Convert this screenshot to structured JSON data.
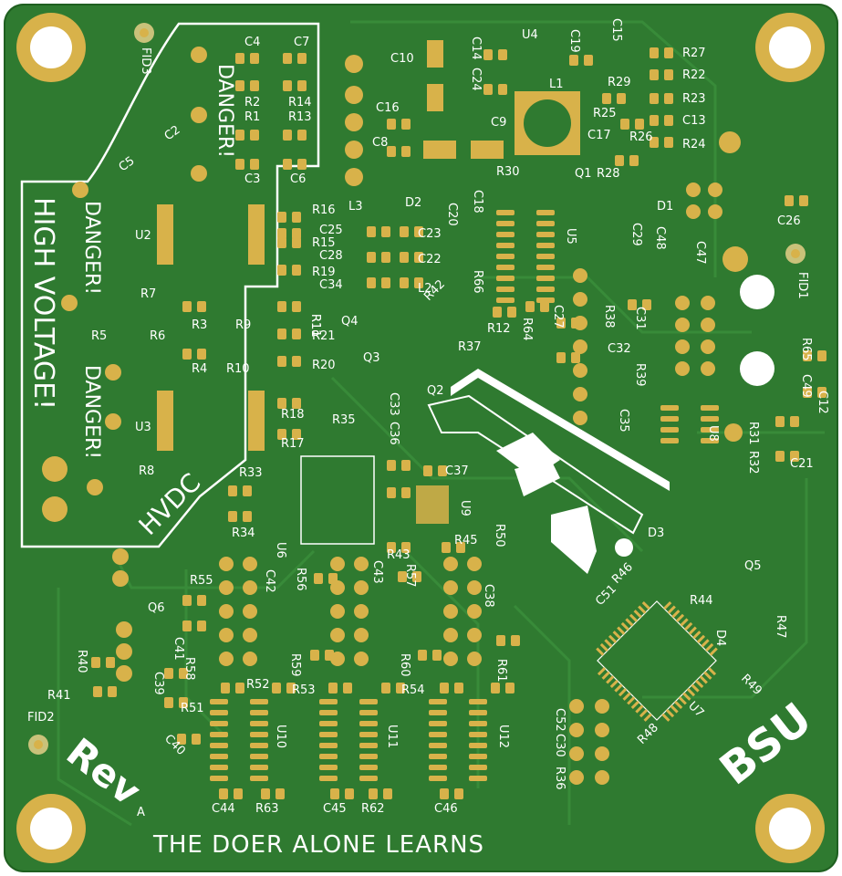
{
  "board": {
    "colors": {
      "board": "#2f7a30",
      "copper": "#d8b24a",
      "silk": "#ffffff",
      "trace": "#3a8d3b"
    },
    "warnings": {
      "high_voltage": "HIGH VOLTAGE!",
      "danger": "DANGER!",
      "hvdc": "HVDC"
    },
    "branding": {
      "rev": "Rev",
      "rev_sub": "A",
      "bsu": "BSU",
      "motto": "THE DOER ALONE LEARNS"
    },
    "fiducials": [
      "FID1",
      "FID2",
      "FID3"
    ],
    "labels": [
      "C4",
      "C7",
      "R2",
      "R14",
      "R1",
      "R13",
      "C3",
      "C6",
      "C2",
      "C5",
      "U2",
      "R7",
      "R5",
      "R6",
      "U3",
      "R8",
      "R3",
      "R9",
      "R4",
      "R10",
      "R16",
      "R15",
      "R19",
      "R11",
      "R21",
      "R20",
      "R18",
      "R17",
      "R33",
      "R34",
      "C25",
      "C28",
      "C34",
      "C23",
      "C22",
      "L2",
      "L3",
      "C20",
      "C18",
      "R66",
      "R12",
      "R64",
      "U5",
      "C27",
      "R11",
      "C10",
      "C14",
      "C24",
      "C16",
      "C8",
      "C9",
      "U4",
      "C19",
      "L1",
      "C15",
      "R29",
      "R27",
      "R22",
      "R23",
      "C13",
      "R24",
      "R25",
      "C17",
      "R26",
      "R28",
      "R30",
      "Q1",
      "D1",
      "D2",
      "C26",
      "C29",
      "C48",
      "C47",
      "R38",
      "C31",
      "C32",
      "R39",
      "R65",
      "C49",
      "C12",
      "C35",
      "U8",
      "R31",
      "R32",
      "C21",
      "Q4",
      "R42",
      "Q3",
      "Q2",
      "R37",
      "C33",
      "C36",
      "R35",
      "U6",
      "C37",
      "U9",
      "R45",
      "R50",
      "R43",
      "R57",
      "D3",
      "R46",
      "C51",
      "Q5",
      "R44",
      "D4",
      "R47",
      "R49",
      "U7",
      "R48",
      "C52",
      "C30",
      "R36",
      "R55",
      "C42",
      "R56",
      "C43",
      "C38",
      "Q6",
      "C41",
      "R58",
      "R40",
      "R59",
      "R60",
      "R61",
      "C39",
      "R52",
      "R53",
      "R54",
      "R41",
      "R51",
      "C40",
      "U10",
      "U11",
      "U12",
      "C44",
      "R63",
      "C45",
      "R62",
      "C46"
    ]
  }
}
